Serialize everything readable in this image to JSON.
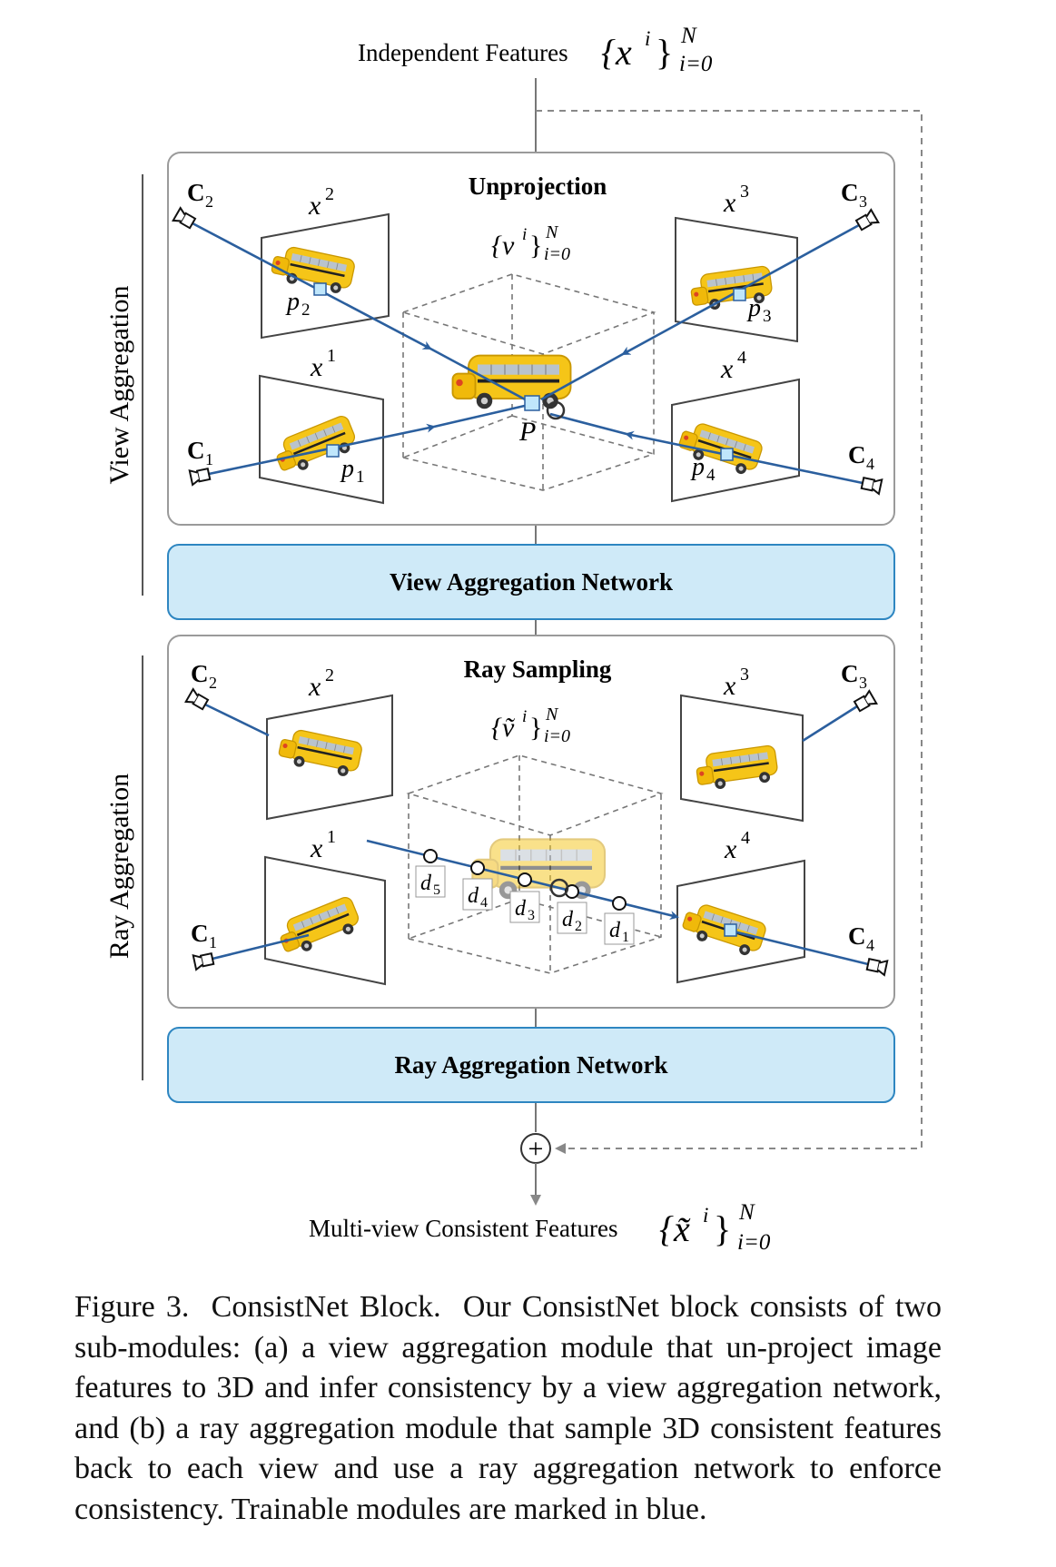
{
  "top_label": {
    "text": "Independent Features",
    "math_base": "{x",
    "math_sup": "i",
    "math_close": "}",
    "math_upper": "N",
    "math_lower": "i=0"
  },
  "bottom_label": {
    "text": "Multi-view Consistent Features",
    "math_base": "{x̃",
    "math_sup": "i",
    "math_close": "}",
    "math_upper": "N",
    "math_lower": "i=0"
  },
  "side_labels": {
    "view": "View Aggregation",
    "ray": "Ray Aggregation"
  },
  "panel_view": {
    "title": "Unprojection",
    "volume_base": "{v",
    "volume_sup": "i",
    "volume_close": "}",
    "volume_upper": "N",
    "volume_lower": "i=0",
    "point": "P",
    "cameras": [
      {
        "base": "C",
        "sub": "2"
      },
      {
        "base": "C",
        "sub": "3"
      },
      {
        "base": "C",
        "sub": "1"
      },
      {
        "base": "C",
        "sub": "4"
      }
    ],
    "images": [
      {
        "base": "x",
        "sup": "2"
      },
      {
        "base": "x",
        "sup": "3"
      },
      {
        "base": "x",
        "sup": "1"
      },
      {
        "base": "x",
        "sup": "4"
      }
    ],
    "projections": [
      {
        "base": "p",
        "sub": "2"
      },
      {
        "base": "p",
        "sub": "3"
      },
      {
        "base": "p",
        "sub": "1"
      },
      {
        "base": "p",
        "sub": "4"
      }
    ]
  },
  "network_view": "View Aggregation Network",
  "panel_ray": {
    "title": "Ray Sampling",
    "volume_base": "{ṽ",
    "volume_sup": "i",
    "volume_close": "}",
    "volume_upper": "N",
    "volume_lower": "i=0",
    "cameras": [
      {
        "base": "C",
        "sub": "2"
      },
      {
        "base": "C",
        "sub": "3"
      },
      {
        "base": "C",
        "sub": "1"
      },
      {
        "base": "C",
        "sub": "4"
      }
    ],
    "images": [
      {
        "base": "x",
        "sup": "2"
      },
      {
        "base": "x",
        "sup": "3"
      },
      {
        "base": "x",
        "sup": "1"
      },
      {
        "base": "x",
        "sup": "4"
      }
    ],
    "samples": [
      {
        "base": "d",
        "sub": "5"
      },
      {
        "base": "d",
        "sub": "4"
      },
      {
        "base": "d",
        "sub": "3"
      },
      {
        "base": "d",
        "sub": "2"
      },
      {
        "base": "d",
        "sub": "1"
      }
    ]
  },
  "network_ray": "Ray Aggregation Network",
  "plus_symbol": "+",
  "caption": {
    "label": "Figure 3.",
    "title": "ConsistNet Block.",
    "body": "Our ConsistNet block consists of two sub-modules: (a) a view aggregation module that un-project image features to 3D and infer consistency by a view aggregation network, and (b) a ray aggregation module that sample 3D consistent features back to each view and use a ray aggregation network to enforce consistency. Trainable modules are marked in blue."
  },
  "colors": {
    "ray_line": "#2b5f9e",
    "network_fill": "#cfeaf8",
    "network_stroke": "#2e86c1",
    "bus_body": "#f5c518",
    "cube_fill": "#bfe6fb",
    "panel_stroke": "#9a9a9a",
    "dashed": "#777777"
  }
}
